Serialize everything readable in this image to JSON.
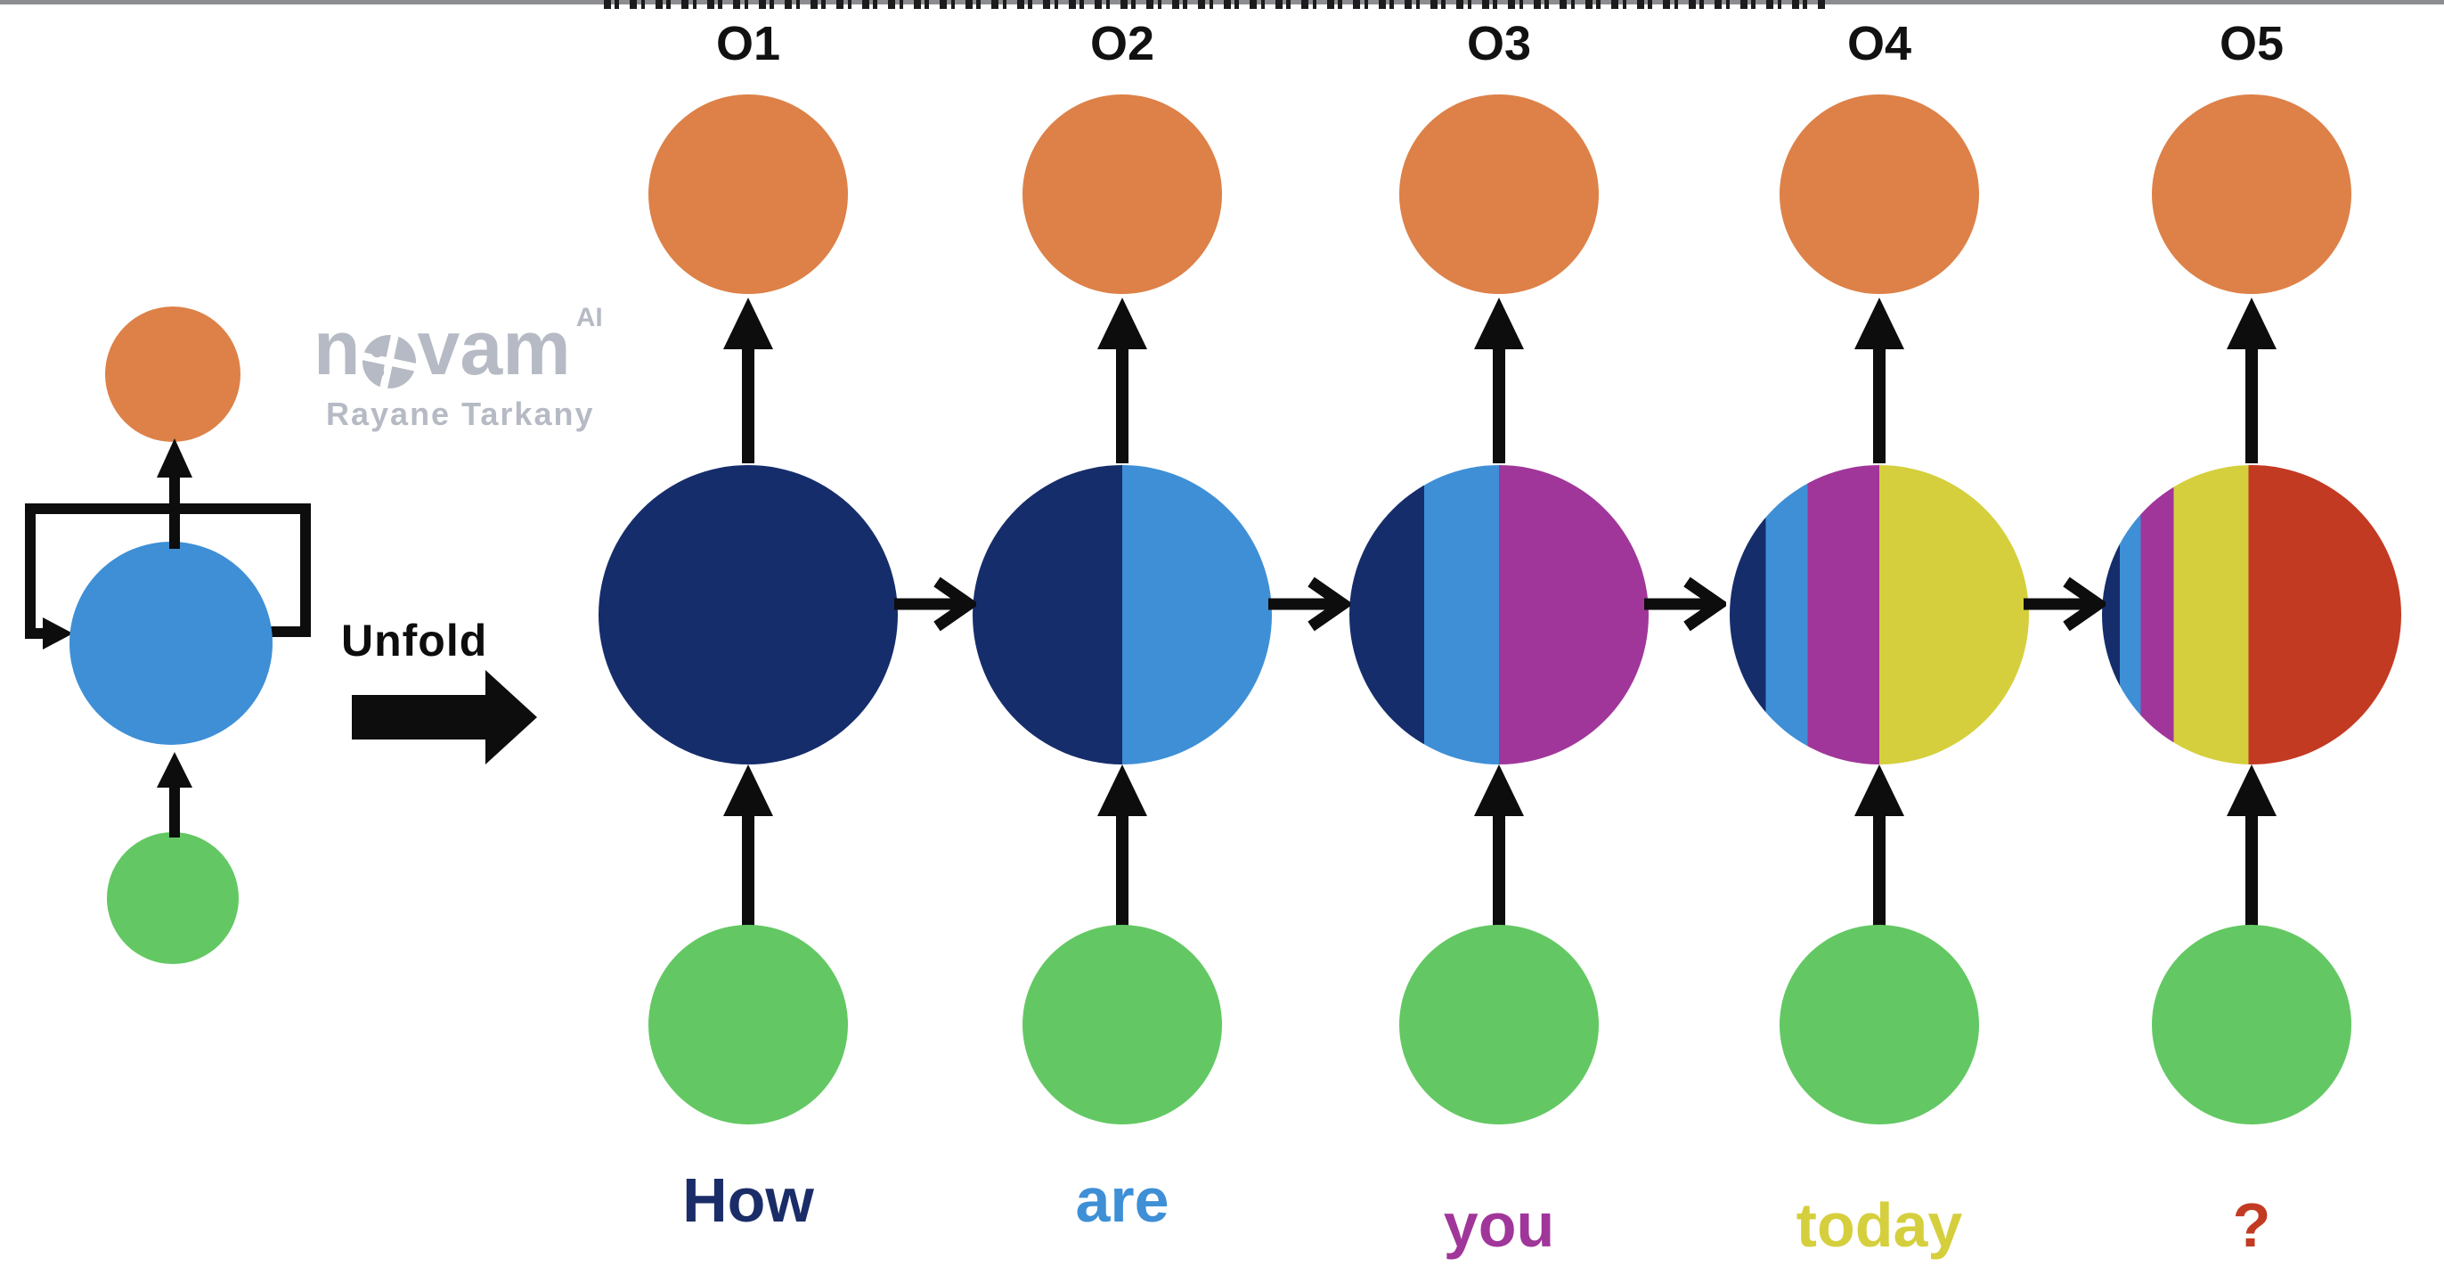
{
  "palette": {
    "output_orange": "#DD8148",
    "input_green": "#63C863",
    "hidden_blue": "#3E8FD6",
    "navy": "#162D6B",
    "purple": "#A0369A",
    "yellow": "#D5CF3D",
    "red": "#C33A22",
    "arrow_black": "#0D0D0D",
    "watermark_gray": "#B6BAC4"
  },
  "watermark": {
    "brand": "novam",
    "brand_prefix": "n",
    "brand_suffix": "vam",
    "superscript": "AI",
    "author": "Rayane Tarkany"
  },
  "unfold": {
    "label": "Unfold"
  },
  "folded": {
    "output_color": "#DD8148",
    "hidden_color": "#3E8FD6",
    "input_color": "#63C863"
  },
  "columns": [
    {
      "output_label": "O1",
      "word": "How",
      "word_color": "#1B2D68",
      "hidden_segments": [
        {
          "color": "#162D6B",
          "pct": 100
        }
      ]
    },
    {
      "output_label": "O2",
      "word": "are",
      "word_color": "#3E8FD6",
      "hidden_segments": [
        {
          "color": "#162D6B",
          "pct": 50
        },
        {
          "color": "#3E8FD6",
          "pct": 50
        }
      ]
    },
    {
      "output_label": "O3",
      "word": "you",
      "word_color": "#A0369A",
      "hidden_segments": [
        {
          "color": "#162D6B",
          "pct": 25
        },
        {
          "color": "#3E8FD6",
          "pct": 25
        },
        {
          "color": "#A0369A",
          "pct": 50
        }
      ]
    },
    {
      "output_label": "O4",
      "word": "today",
      "word_color": "#D5CF3D",
      "hidden_segments": [
        {
          "color": "#162D6B",
          "pct": 12
        },
        {
          "color": "#3E8FD6",
          "pct": 14
        },
        {
          "color": "#A0369A",
          "pct": 24
        },
        {
          "color": "#D5CF3D",
          "pct": 50
        }
      ]
    },
    {
      "output_label": "O5",
      "word": "?",
      "word_color": "#C33A22",
      "hidden_segments": [
        {
          "color": "#162D6B",
          "pct": 6
        },
        {
          "color": "#3E8FD6",
          "pct": 7
        },
        {
          "color": "#A0369A",
          "pct": 11
        },
        {
          "color": "#D5CF3D",
          "pct": 25
        },
        {
          "color": "#C33A22",
          "pct": 51
        }
      ]
    }
  ]
}
